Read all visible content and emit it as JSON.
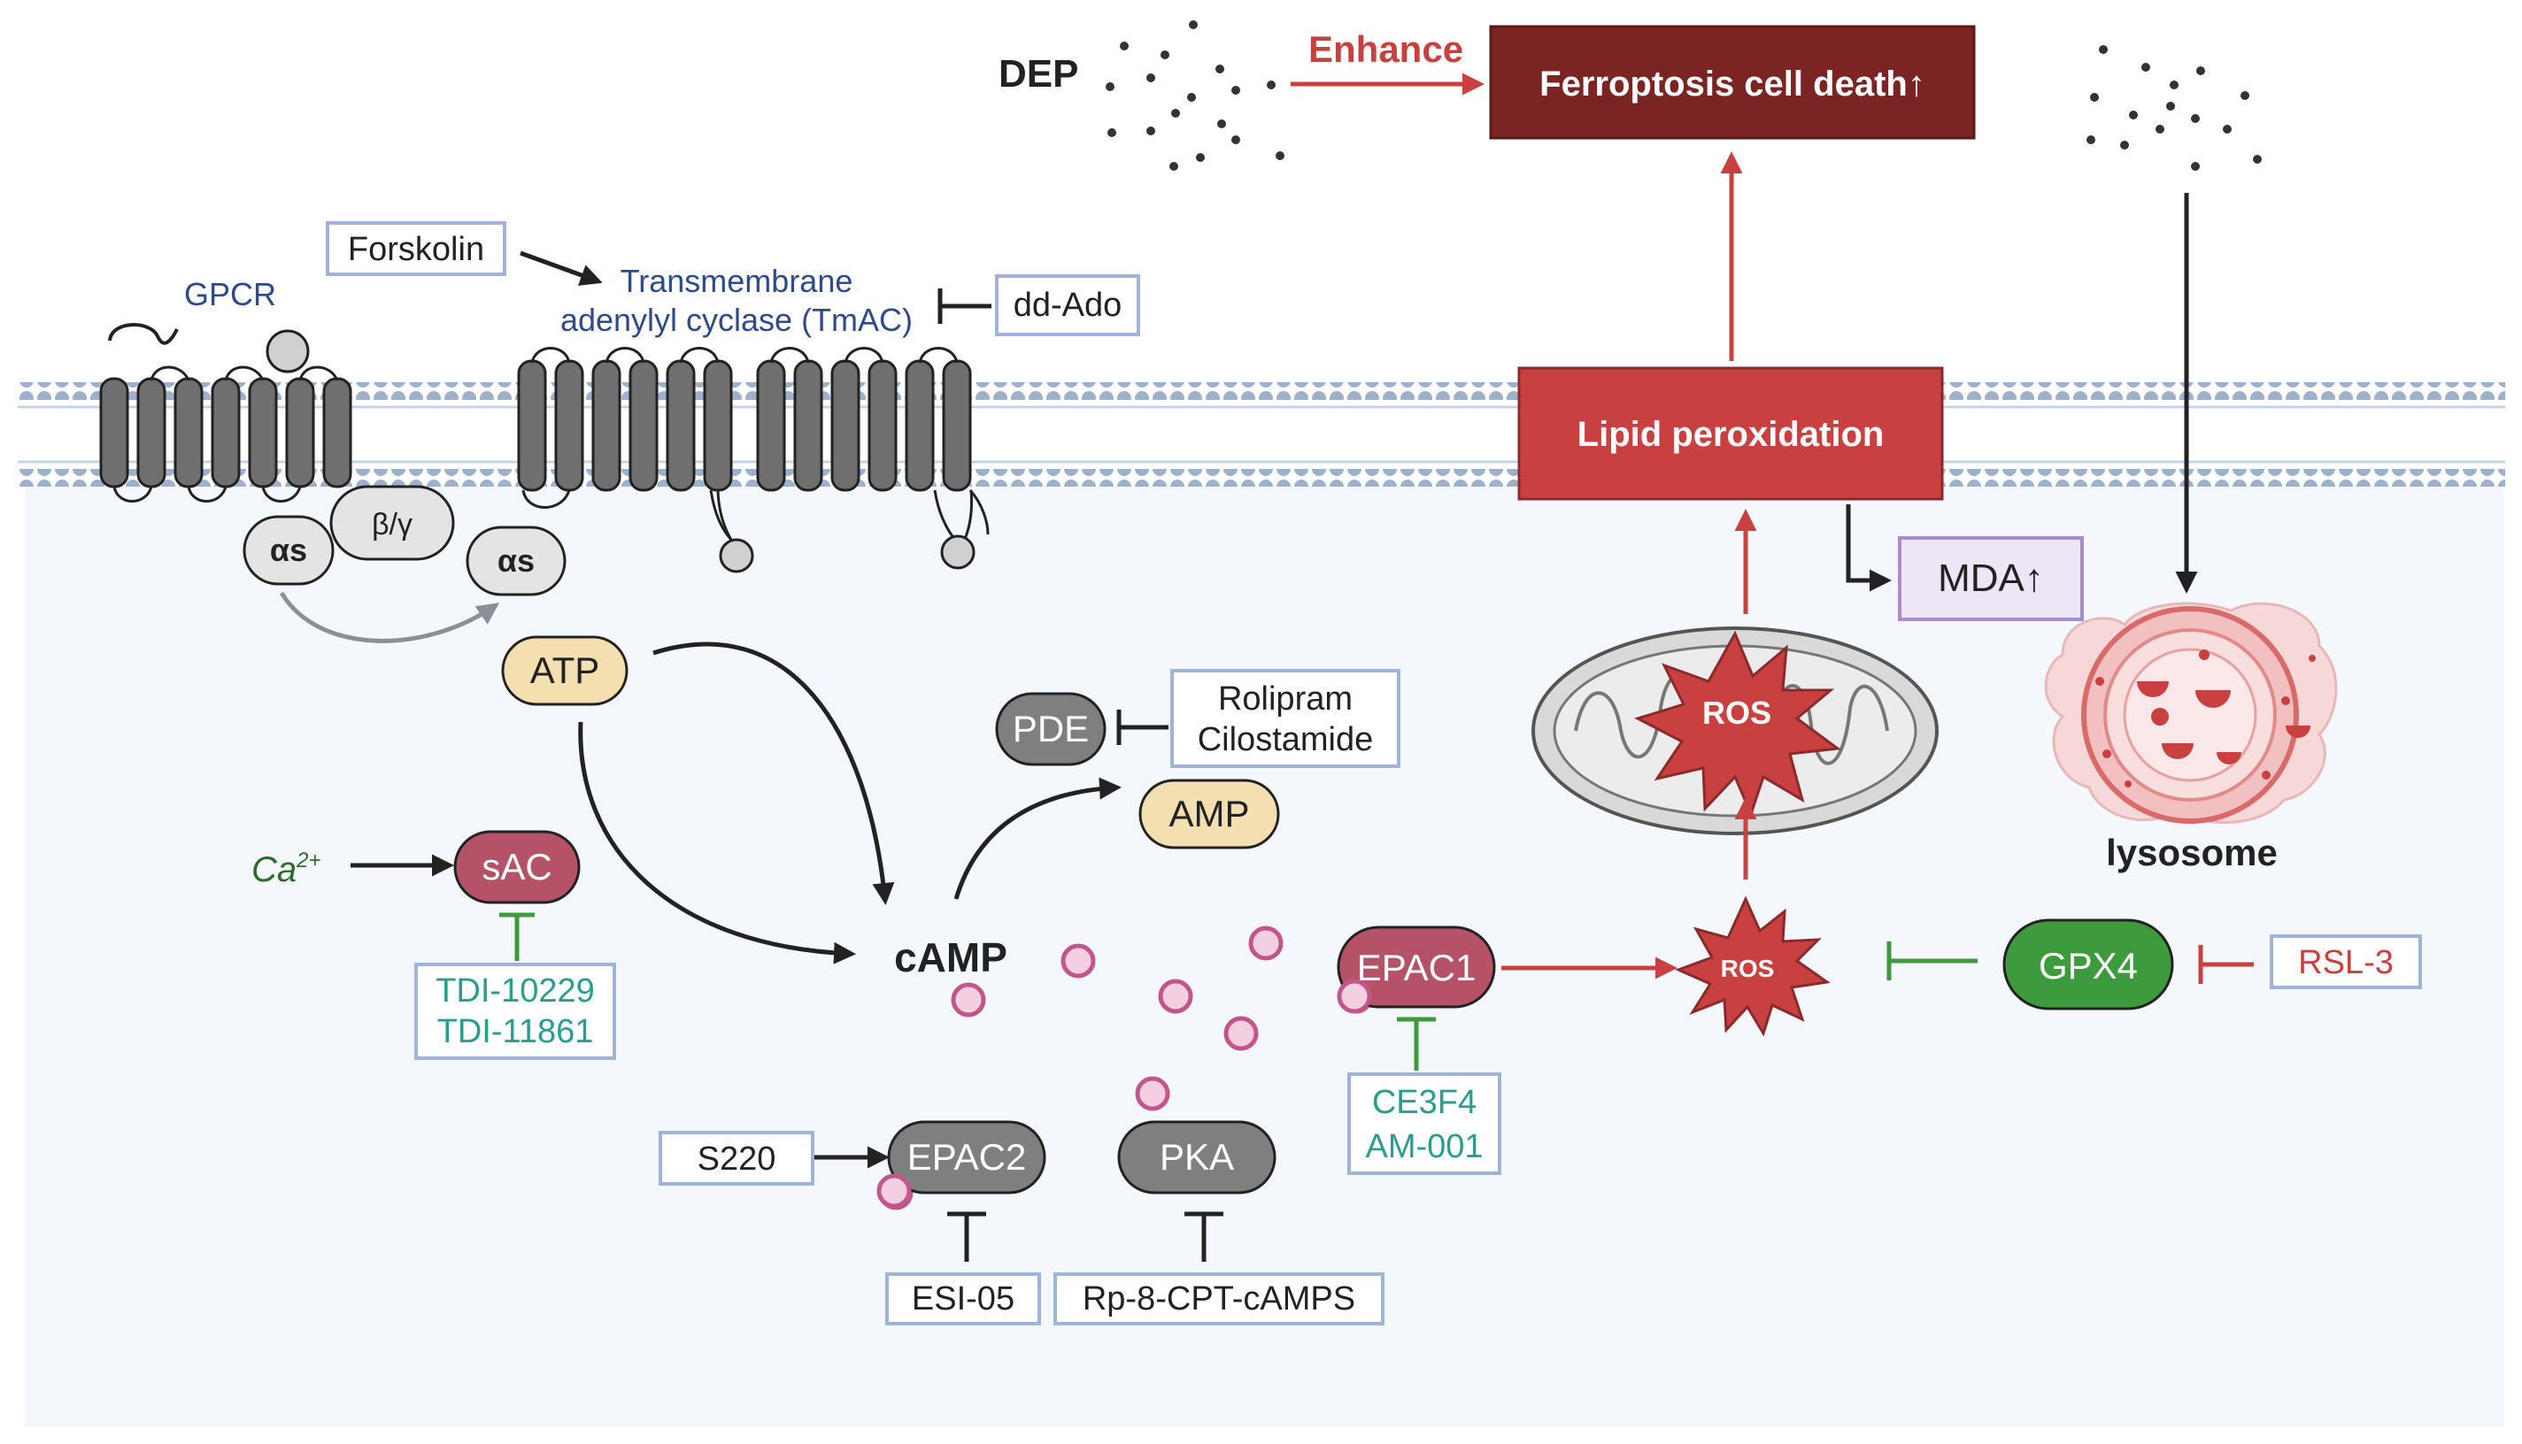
{
  "title_row": {
    "dep": "DEP",
    "enhance": "Enhance",
    "ferroptosis": "Ferroptosis cell death↑"
  },
  "membrane": {
    "gpcr": "GPCR",
    "tmac_line1": "Transmembrane",
    "tmac_line2": "adenylyl cyclase (TmAC)",
    "forskolin": "Forskolin",
    "ddado": "dd-Ado",
    "alpha_s": "αs",
    "beta_gamma": "β/γ",
    "lipid_peroxidation": "Lipid peroxidation"
  },
  "nucleotides": {
    "atp": "ATP",
    "camp": "cAMP",
    "amp": "AMP",
    "pde": "PDE",
    "pde_inhibitor_1": "Rolipram",
    "pde_inhibitor_2": "Cilostamide"
  },
  "sac": {
    "calcium_base": "Ca",
    "calcium_sup": "2+",
    "sac": "sAC",
    "inhibitor_1": "TDI-10229",
    "inhibitor_2": "TDI-11861"
  },
  "effectors": {
    "epac1": "EPAC1",
    "epac1_inhibitor_1": "CE3F4",
    "epac1_inhibitor_2": "AM-001",
    "epac2": "EPAC2",
    "s220": "S220",
    "esi05": "ESI-05",
    "pka": "PKA",
    "pka_inhibitor": "Rp-8-CPT-cAMPS"
  },
  "ferroptosis": {
    "ros_cyto": "ROS",
    "ros_mito": "ROS",
    "mda": "MDA↑",
    "gpx4": "GPX4",
    "rsl3": "RSL-3",
    "lysosome": "lysosome"
  },
  "colors": {
    "dark_red": "#7b2424",
    "red": "#c94040",
    "teal": "#2a9d8f",
    "green_pill": "#3d9a3d",
    "navy_text": "#2e4a8c",
    "box_border": "#9fb4d6",
    "purple_border": "#a98ccb",
    "epac_pill": "#b55267",
    "camp_dot": "#c2558a",
    "cream": "#f3dfb0",
    "pill_gray": "#7f7f7f",
    "cytoplasm": "#f4f8fc",
    "membrane": "#9db1cc"
  }
}
